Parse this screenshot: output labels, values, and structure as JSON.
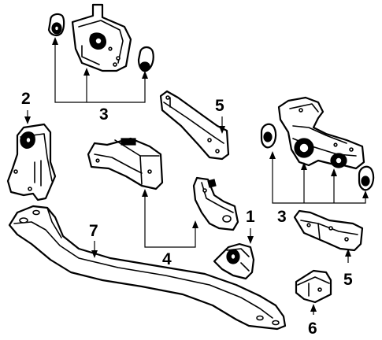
{
  "callouts": {
    "c1": "1",
    "c2": "2",
    "c3_top": "3",
    "c3_right": "3",
    "c4": "4",
    "c5_upper": "5",
    "c5_lower": "5",
    "c6": "6",
    "c7": "7"
  }
}
